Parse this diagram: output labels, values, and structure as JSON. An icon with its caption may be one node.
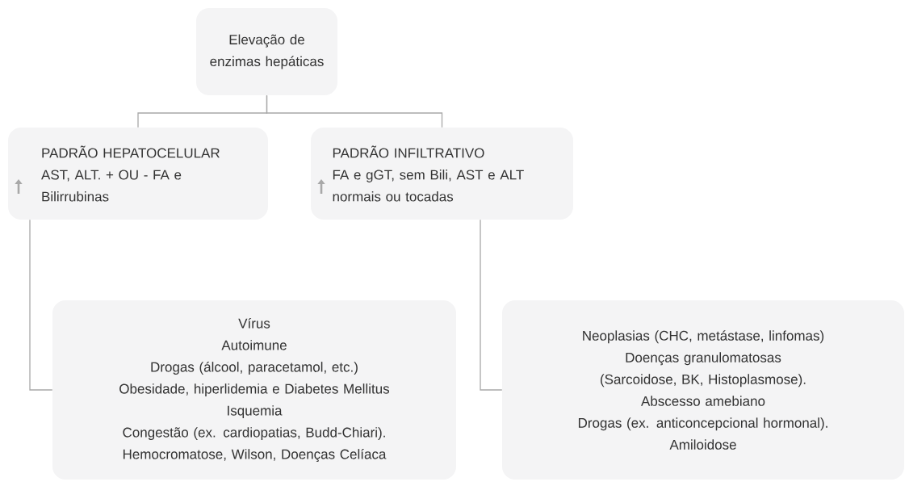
{
  "diagram": {
    "nodes": [
      {
        "text": [
          "Elevação de enzimas hepáticas"
        ]
      },
      {
        "text": [
          "PADRÃO HEPATOCELULAR",
          "AST, ALT. + OU - FA e Bilirrubinas"
        ]
      },
      {
        "text": [
          "PADRÃO INFILTRATIVO",
          "FA e gGT, sem Bili, AST e ALT normais ou tocadas"
        ]
      },
      {
        "text": [
          "Vírus",
          "Autoimune",
          "Drogas (álcool, paracetamol, etc.)",
          "Obesidade, hiperlidemia e Diabetes Mellitus",
          "Isquemia",
          "Congestão (ex. cardiopatias, Budd-Chiari).",
          "Hemocromatose, Wilson, Doenças Celíaca"
        ]
      },
      {
        "text": [
          "Neoplasias (CHC, metástase, linfomas)",
          "Doenças granulomatosas (Sarcoidose, BK, Histoplasmose).",
          "Abscesso amebiano",
          "Drogas (ex. anticoncepcional hormonal).",
          "Amiloidose"
        ]
      }
    ],
    "edges": [
      {
        "from": 0,
        "to": 1,
        "arrow": "none"
      },
      {
        "from": 0,
        "to": 2,
        "arrow": "none"
      },
      {
        "from": 1,
        "to": 3,
        "arrow": "none"
      },
      {
        "from": 2,
        "to": 4,
        "arrow": "none"
      }
    ]
  }
}
